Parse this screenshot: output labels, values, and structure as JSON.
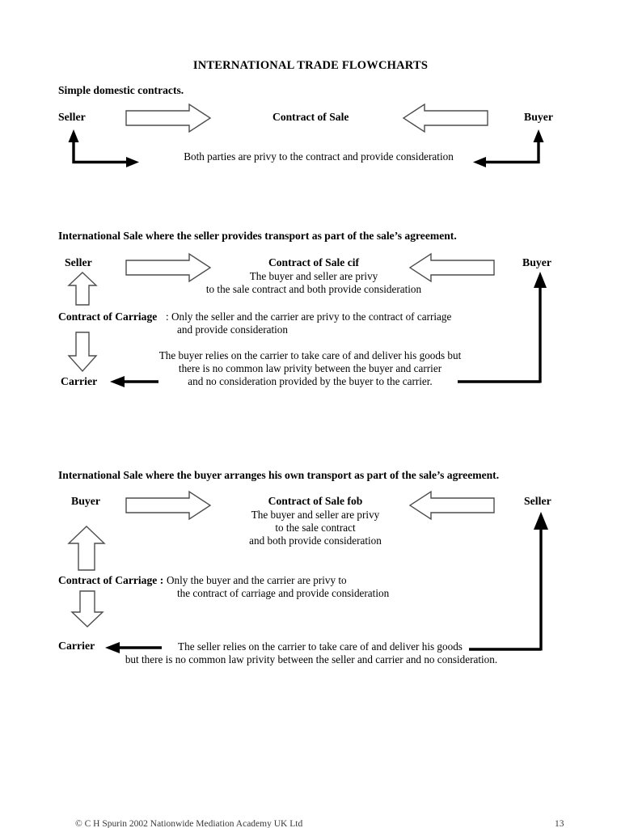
{
  "document": {
    "title": "INTERNATIONAL TRADE FLOWCHARTS"
  },
  "sections": [
    {
      "heading": "Simple domestic contracts.",
      "left_party": "Seller",
      "right_party": "Buyer",
      "contract_label": "Contract of Sale",
      "bottom_note": "Both parties are privy to the contract and provide consideration"
    },
    {
      "heading": "International Sale where the seller provides transport as part of the sale’s agreement.",
      "left_party": "Seller",
      "right_party": "Buyer",
      "carrier_party": "Carrier",
      "contract_title": "Contract of Sale cif",
      "contract_line_1": "The buyer and seller are privy",
      "contract_line_2": "to the sale contract and both provide consideration",
      "carriage_label": "Contract of Carriage",
      "carriage_line_1": ": Only the seller and the carrier are privy to the contract of carriage",
      "carriage_line_2": "and provide consideration",
      "note_line_1": "The buyer relies on the carrier to take care of and deliver his goods but",
      "note_line_2": "there is no common law privity between the buyer and carrier",
      "note_line_3": "and no consideration provided by the buyer to the carrier."
    },
    {
      "heading": "International Sale where the buyer arranges his own transport as part of the sale’s agreement.",
      "left_party": "Buyer",
      "right_party": "Seller",
      "carrier_party": "Carrier",
      "contract_title": "Contract of Sale fob",
      "contract_line_1": "The buyer and seller are privy",
      "contract_line_2": "to the sale contract",
      "contract_line_3": "and both provide consideration",
      "carriage_label": "Contract of Carriage :",
      "carriage_line_1": "Only the buyer and the carrier are privy to",
      "carriage_line_2": "the contract of carriage and provide consideration",
      "note_line_1": "The seller relies on the carrier to take care of and deliver his goods",
      "note_line_2": "but there is no common law privity between the seller and carrier and no consideration."
    }
  ],
  "footer": {
    "copyright": "© C H Spurin 2002 Nationwide Mediation Academy UK Ltd",
    "page_number": "13"
  },
  "colors": {
    "ink": "#000000",
    "outline": "#4d4d4d",
    "paper": "#ffffff"
  }
}
